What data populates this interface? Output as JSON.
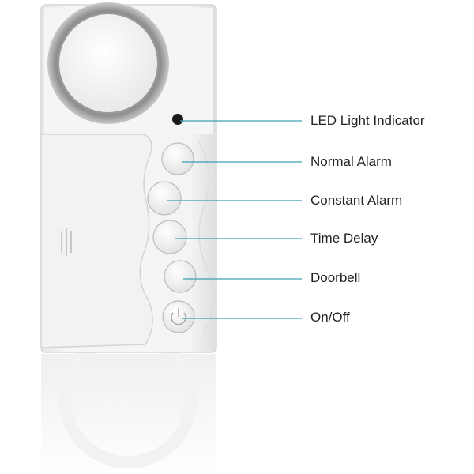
{
  "colors": {
    "leader_line": "#3a9fb3",
    "device_body": "#f1f1f1",
    "speaker_ring": "#9a9a9a",
    "led": "#1a1a1a"
  },
  "labels": {
    "led": "LED Light Indicator",
    "normal_alarm": "Normal Alarm",
    "constant_alarm": "Constant Alarm",
    "time_delay": "Time Delay",
    "doorbell": "Doorbell",
    "on_off": "On/Off"
  }
}
